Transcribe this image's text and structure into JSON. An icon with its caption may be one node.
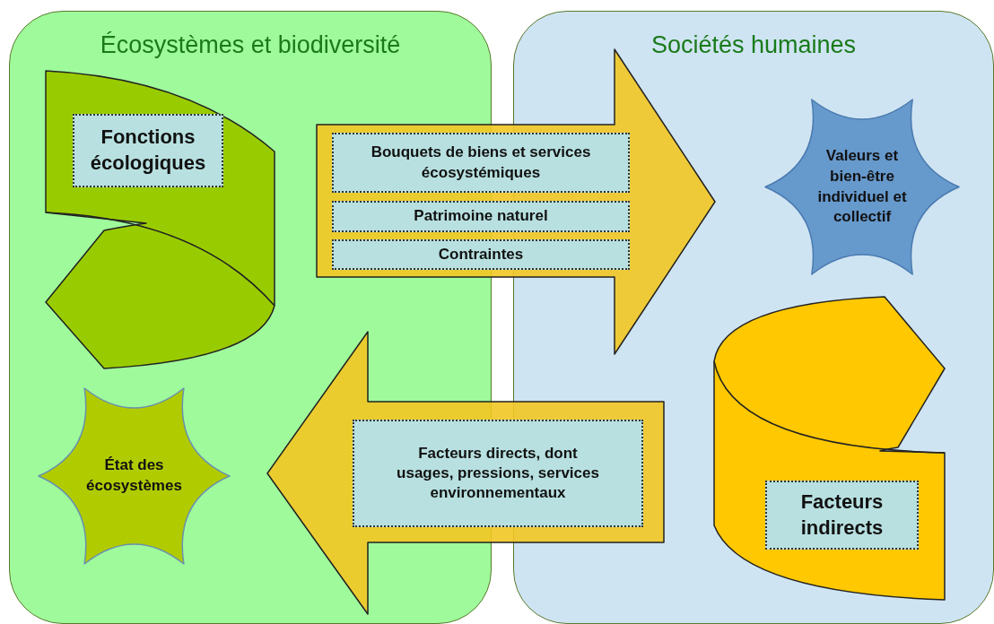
{
  "diagram": {
    "nodes": [
      {
        "text": [
          "Écosystèmes et biodiversité"
        ]
      },
      {
        "text": [
          "Sociétés humaines"
        ]
      },
      {
        "text": [],
        "shape": "scroll",
        "in": 0
      },
      {
        "text": [
          "Fonctions écologiques"
        ],
        "in": 2
      },
      {
        "text": [],
        "shape": "arrow"
      },
      {
        "text": [
          "Bouquets de biens et services écosystémiques"
        ],
        "in": 4
      },
      {
        "text": [
          "Patrimoine naturel"
        ],
        "in": 4
      },
      {
        "text": [
          "Contraintes"
        ],
        "in": 4
      },
      {
        "text": [
          "Valeurs et bien-être individuel et collectif"
        ],
        "in": 1
      },
      {
        "text": [],
        "shape": "arrow"
      },
      {
        "text": [
          "Facteurs directs, dont usages, pressions, services environnementaux"
        ],
        "in": 9
      },
      {
        "text": [
          "État des écosystèmes"
        ],
        "in": 0
      },
      {
        "text": [],
        "shape": "scroll",
        "in": 1
      },
      {
        "text": [
          "Facteurs indirects"
        ],
        "in": 12
      }
    ],
    "edges": []
  }
}
